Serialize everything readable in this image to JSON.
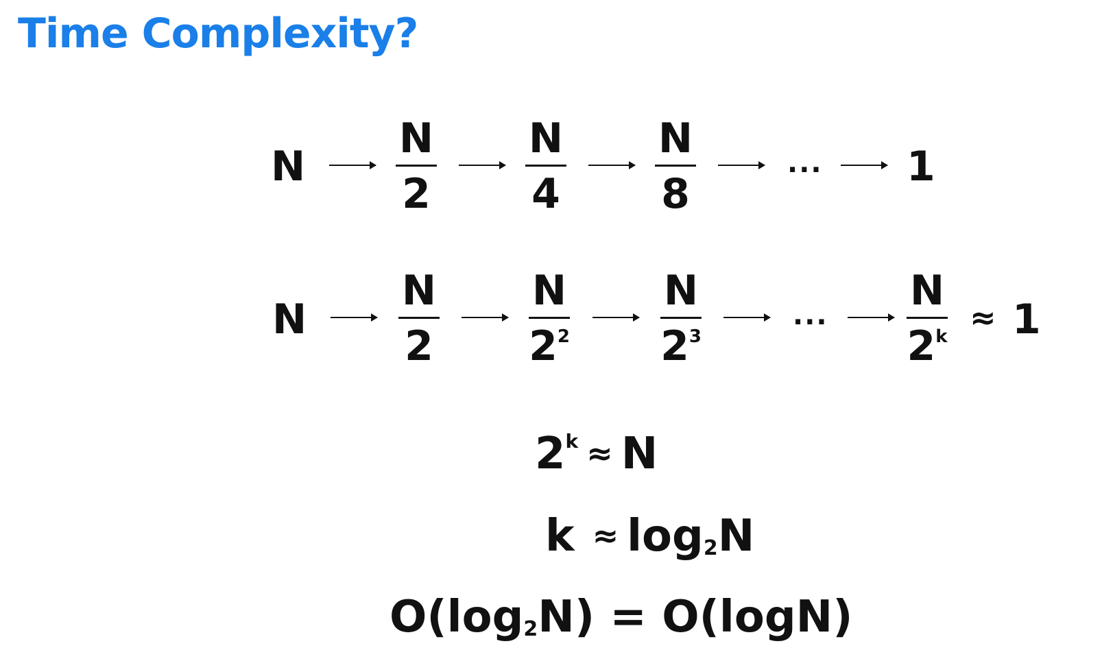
{
  "title": {
    "text": "Time Complexity?",
    "color": "#1a7fe8"
  },
  "row1": {
    "start": "N",
    "fractions": [
      {
        "num": "N",
        "den": "2"
      },
      {
        "num": "N",
        "den": "4"
      },
      {
        "num": "N",
        "den": "8"
      }
    ],
    "ellipsis": "...",
    "end": "1"
  },
  "row2": {
    "start": "N",
    "fractions": [
      {
        "num": "N",
        "den": "2",
        "exp": ""
      },
      {
        "num": "N",
        "den": "2",
        "exp": "2"
      },
      {
        "num": "N",
        "den": "2",
        "exp": "3"
      }
    ],
    "ellipsis": "...",
    "last": {
      "num": "N",
      "den": "2",
      "exp": "k"
    },
    "approx": "≈",
    "end": "1"
  },
  "equations": {
    "eq1": {
      "base": "2",
      "exp": "k",
      "approx": "≈",
      "rhs": "N"
    },
    "eq2": {
      "lhs": "k",
      "approx": "≈",
      "log": "log",
      "sub": "2",
      "rhs": "N"
    },
    "eq3": {
      "text_a": "O(log",
      "sub": "2",
      "text_b": "N) = O(logN)"
    }
  },
  "icons": {
    "arrow": "right-arrow-icon",
    "approx": "approx-symbol"
  }
}
